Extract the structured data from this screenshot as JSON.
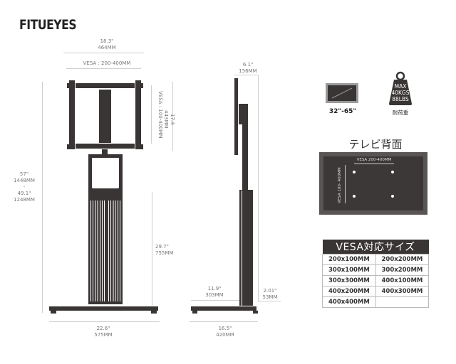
{
  "brand": {
    "logo_part1": "FITU",
    "logo_part2": "EYES"
  },
  "front_view": {
    "width_top": {
      "inch": "18.3\"",
      "mm": "464MM"
    },
    "vesa_horizontal": "VESA : 200-400MM",
    "vesa_vertical": "VESA : 100-400MM",
    "height_frame": {
      "inch": "17.4",
      "mm": "443MM"
    },
    "total_height": {
      "inch_max": "57\"",
      "mm_max": "1448MM",
      "separator": "-",
      "inch_min": "49.1\"",
      "mm_min": "1248MM"
    },
    "column_height": {
      "inch": "29.7\"",
      "mm": "755MM"
    },
    "base_width": {
      "inch": "22.6\"",
      "mm": "575MM"
    }
  },
  "side_view": {
    "depth_top": {
      "inch": "6.1\"",
      "mm": "156MM"
    },
    "front_offset": {
      "inch": "11.9\"",
      "mm": "303MM"
    },
    "base_height": {
      "inch": "2.01\"",
      "mm": "53MM"
    },
    "base_depth": {
      "inch": "16.5\"",
      "mm": "420MM"
    }
  },
  "specs": {
    "tv_size_label": "32\"-65\"",
    "weight": {
      "line1": "MAX",
      "line2": "40KGS",
      "line3": "88LBS",
      "caption": "耐荷重"
    }
  },
  "tv_back": {
    "title": "テレビ背面",
    "vesa_horizontal": "VESA 200-400MM",
    "vesa_vertical": "VESA 100- 400MM"
  },
  "vesa_table": {
    "header": "VESA対応サイズ",
    "rows": [
      [
        "200x100MM",
        "200x200MM"
      ],
      [
        "300x100MM",
        "300x200MM"
      ],
      [
        "300x300MM",
        "400x100MM"
      ],
      [
        "400x200MM",
        "400x300MM"
      ],
      [
        "400x400MM",
        ""
      ]
    ]
  },
  "colors": {
    "product": "#3a3535",
    "dimension_line": "#cfcfcf",
    "text": "#777777"
  }
}
